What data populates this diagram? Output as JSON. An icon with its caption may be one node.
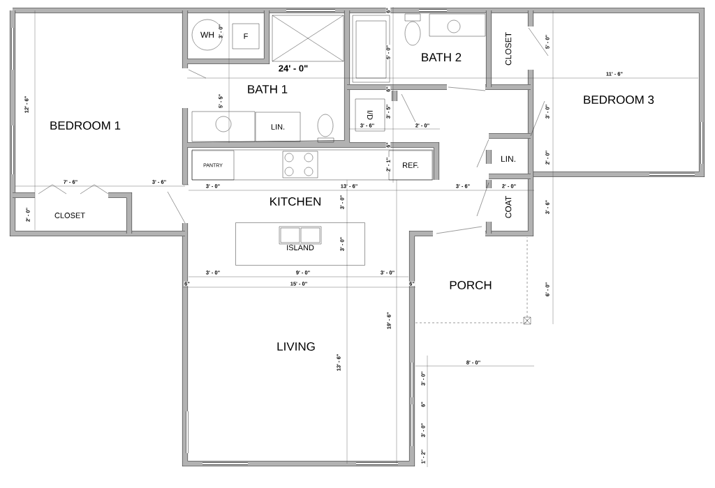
{
  "diagram": {
    "nodes": [
      {
        "text": [
          "BEDROOM 1"
        ]
      },
      {
        "text": [
          "CLOSET"
        ]
      },
      {
        "text": [
          "WH"
        ]
      },
      {
        "text": [
          "F"
        ]
      },
      {
        "text": [
          "BATH 1"
        ]
      },
      {
        "text": [
          "LIN."
        ]
      },
      {
        "text": [
          "BATH 2"
        ]
      },
      {
        "text": [
          "CLOSET"
        ]
      },
      {
        "text": [
          "BEDROOM 3"
        ]
      },
      {
        "text": [
          "I/D"
        ]
      },
      {
        "text": [
          "PANTRY"
        ]
      },
      {
        "text": [
          "REF."
        ]
      },
      {
        "text": [
          "LIN."
        ]
      },
      {
        "text": [
          "KITCHEN"
        ]
      },
      {
        "text": [
          "COAT"
        ]
      },
      {
        "text": [
          "ISLAND"
        ]
      },
      {
        "text": [
          "PORCH"
        ]
      },
      {
        "text": [
          "LIVING"
        ]
      }
    ],
    "labels": [
      "3' - 0\"",
      "6\"",
      "5' - 0\"",
      "24' - 0\"",
      "5' - 0\"",
      "11' - 6\"",
      "12' - 6\"",
      "5' - 5\"",
      "6\"",
      "3' - 5\"",
      "3' - 6\"",
      "2' - 0\"",
      "3' - 0\"",
      "6\"",
      "2' - 1\"",
      "2' - 0\"",
      "7' - 6\"",
      "3' - 6\"",
      "3' - 0\"",
      "13' - 6\"",
      "3' - 6\"",
      "2' - 0\"",
      "2' - 0\"",
      "3' - 0\"",
      "3' - 6\"",
      "3' - 0\"",
      "3' - 0\"",
      "9' - 0\"",
      "3' - 0\"",
      "6\"",
      "15' - 0\"",
      "6\"",
      "6' - 0\"",
      "19' - 6\"",
      "13' - 6\"",
      "8' - 0\"",
      "3' - 0\"",
      "6\"",
      "3' - 0\"",
      "1' - 2\""
    ]
  }
}
